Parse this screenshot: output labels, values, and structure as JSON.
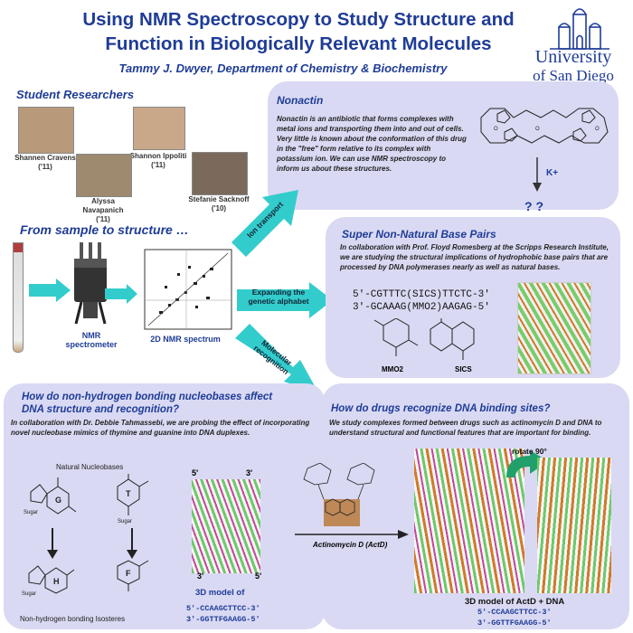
{
  "header": {
    "title": "Using NMR Spectroscopy to Study Structure and Function in Biologically Relevant Molecules",
    "author": "Tammy J. Dwyer, Department of Chemistry & Biochemistry",
    "logo_line1": "University",
    "logo_line2": "of San Diego"
  },
  "students": {
    "heading": "Student Researchers",
    "people": [
      {
        "name": "Shannen Cravens",
        "year": "('11)"
      },
      {
        "name": "Shannon Ippoliti",
        "year": "('11)"
      },
      {
        "name": "Alyssa Navapanich",
        "year": "('11)"
      },
      {
        "name": "Stefanie Sacknoff",
        "year": "('10)"
      }
    ]
  },
  "nonactin": {
    "heading": "Nonactin",
    "text": "Nonactin is an antibiotic that forms complexes with metal ions and transporting them into and out of cells.  Very little is known about the conformation of this drug in the \"free\" form relative to its complex with potassium ion.  We can use NMR spectroscopy to inform us about these structures.",
    "ion_label": "K+",
    "question": "? ?"
  },
  "workflow": {
    "heading": "From sample to structure …",
    "spectrometer_label": "NMR spectrometer",
    "spectrum_label": "2D NMR spectrum",
    "arrows": [
      "Ion transport",
      "Expanding the genetic alphabet",
      "Molecular recognition"
    ]
  },
  "base_pairs": {
    "heading": "Super Non-Natural Base Pairs",
    "text": "In collaboration with Prof. Floyd Romesberg at the Scripps Research Institute, we are studying the structural implications of hydrophobic base pairs that are processed by DNA polymerases nearly as well as natural bases.",
    "seq1": "5'-CGTTTC(SICS)TTCTC-3'",
    "seq2": "3'-GCAAAG(MMO2)AAGAG-5'",
    "label_mmo2": "MMO2",
    "label_sics": "SICS"
  },
  "hbond": {
    "heading": "How do non-hydrogen bonding nucleobases affect DNA structure and recognition?",
    "text": "In collaboration with Dr. Debbie Tahmassebi, we are probing the effect of incorporating novel nucleobase mimics of thymine and guanine into DNA duplexes.",
    "natural_label": "Natural Nucleobases",
    "isostere_label": "Non-hydrogen bonding Isosteres",
    "base_g": "G",
    "base_t": "T",
    "base_h": "H",
    "base_f": "F",
    "sugar": "Sugar",
    "model_label": "3D model of",
    "seq1": "5'-CCAAGCTTCC-3'",
    "seq2": "3'-GGTTFGAAGG-5'",
    "end_5a": "5'",
    "end_3a": "3'",
    "end_3b": "3'",
    "end_5b": "5'"
  },
  "drugs": {
    "heading": "How do drugs recognize DNA binding sites?",
    "text": "We study complexes formed between drugs such as actinomycin D and DNA to understand structural and functional features that are important for binding.",
    "drug_label": "Actinomycin D (ActD)",
    "rotate_label": "rotate 90°",
    "model_label": "3D model of ActD + DNA",
    "seq1": "5'-CCAAGCTTCC-3'",
    "seq2": "3'-GGTTFGAAGG-5'"
  },
  "colors": {
    "navy": "#1f3c97",
    "panel": "#d9d9f3",
    "arrow": "#33cccc",
    "highlight": "#e04020"
  }
}
